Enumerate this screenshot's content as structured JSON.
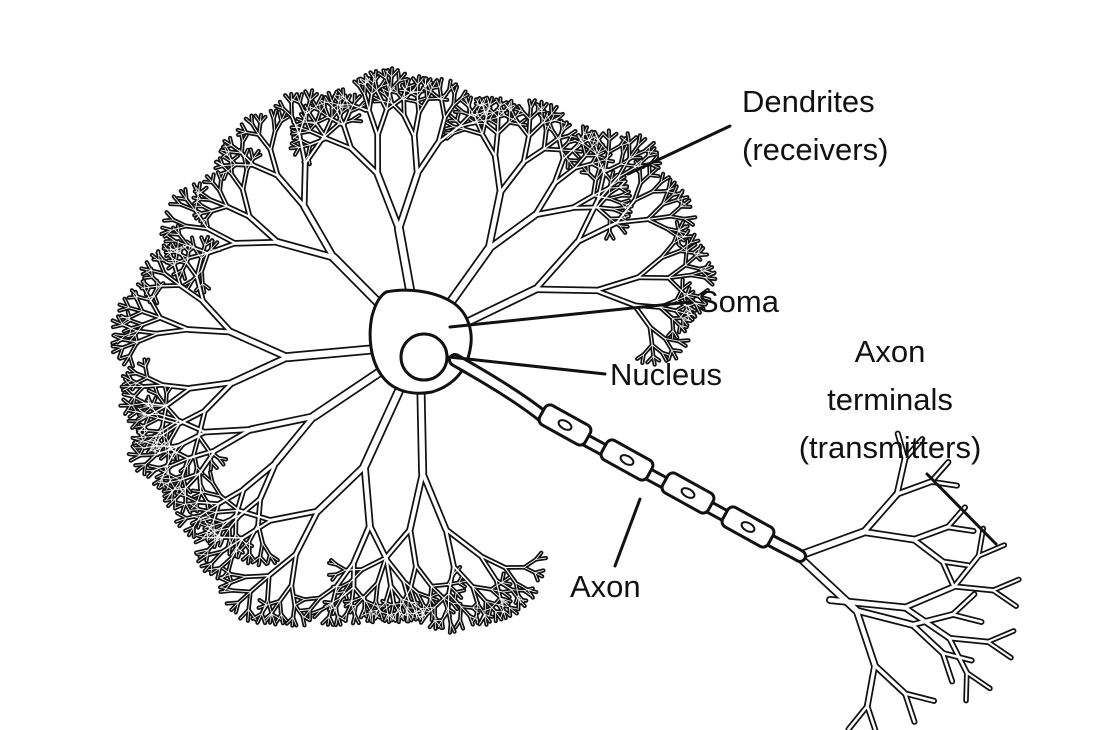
{
  "diagram": {
    "labels": {
      "dendrites_line1": "Dendrites",
      "dendrites_line2": "(receivers)",
      "soma": "Soma",
      "nucleus": "Nucleus",
      "axon_terminals_line1": "Axon",
      "axon_terminals_line2": "terminals",
      "axon_terminals_line3": "(transmitters)",
      "axon": "Axon"
    },
    "colors": {
      "outline": "#111111",
      "fill": "#ffffff",
      "background": "#ffffff"
    }
  }
}
